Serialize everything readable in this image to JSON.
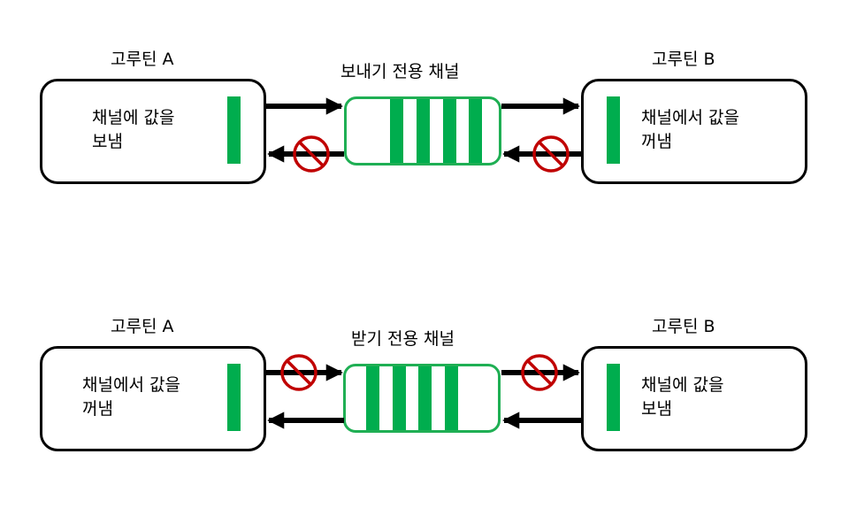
{
  "diagrams": [
    {
      "channel_label": "보내기 전용 채널",
      "left": {
        "title": "고루틴 A",
        "text": "채널에 값을\n보냄"
      },
      "right": {
        "title": "고루틴 B",
        "text": "채널에서 값을\n꺼냄"
      },
      "arrows": {
        "left_to_channel": "allowed",
        "channel_to_left": "blocked",
        "channel_to_right": "allowed",
        "right_to_channel": "blocked"
      }
    },
    {
      "channel_label": "받기 전용 채널",
      "left": {
        "title": "고루틴 A",
        "text": "채널에서 값을\n꺼냄"
      },
      "right": {
        "title": "고루틴 B",
        "text": "채널에 값을\n보냄"
      },
      "arrows": {
        "left_to_channel": "blocked",
        "channel_to_left": "allowed",
        "channel_to_right": "blocked",
        "right_to_channel": "allowed"
      }
    }
  ],
  "colors": {
    "accent_green": "#00ad4e",
    "channel_border": "#1faf54",
    "blocked_red": "#c00000",
    "stroke": "#000000"
  },
  "icons": {
    "blocked": "no-entry-icon"
  }
}
